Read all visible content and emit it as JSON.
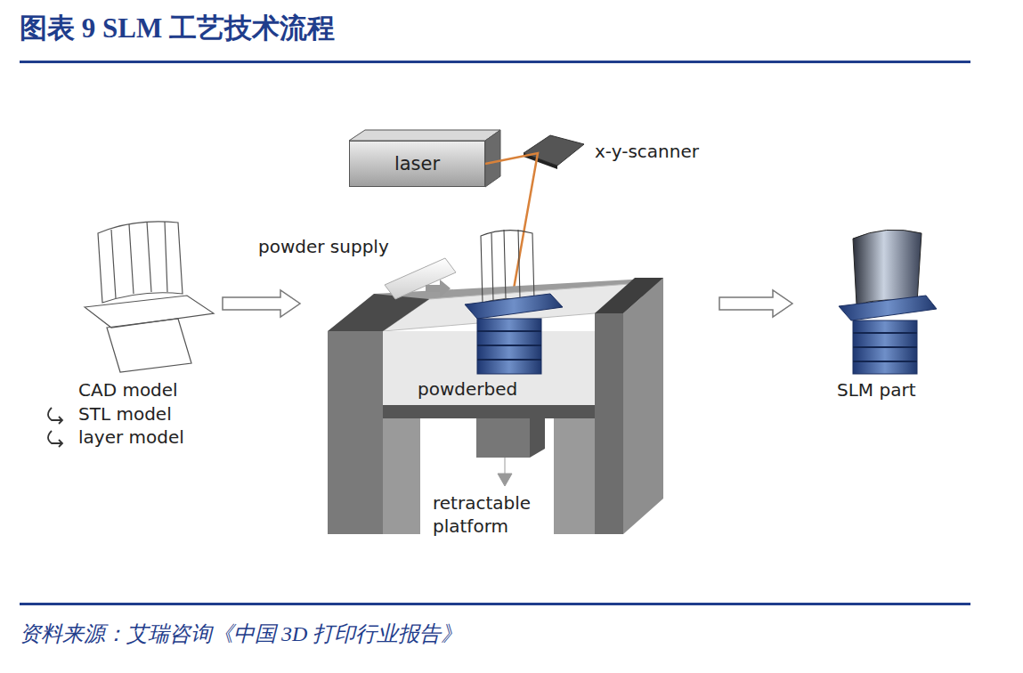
{
  "diagram": {
    "title": "图表 9 SLM 工艺技术流程",
    "caption": "资料来源：艾瑞咨询《中国 3D 打印行业报告》",
    "nodes": [
      {
        "text": [
          "laser"
        ]
      }
    ],
    "labels": [
      "x-y-scanner",
      "powder supply",
      "CAD model",
      "STL model",
      "layer model",
      "powderbed",
      "retractable platform",
      "SLM part"
    ]
  }
}
